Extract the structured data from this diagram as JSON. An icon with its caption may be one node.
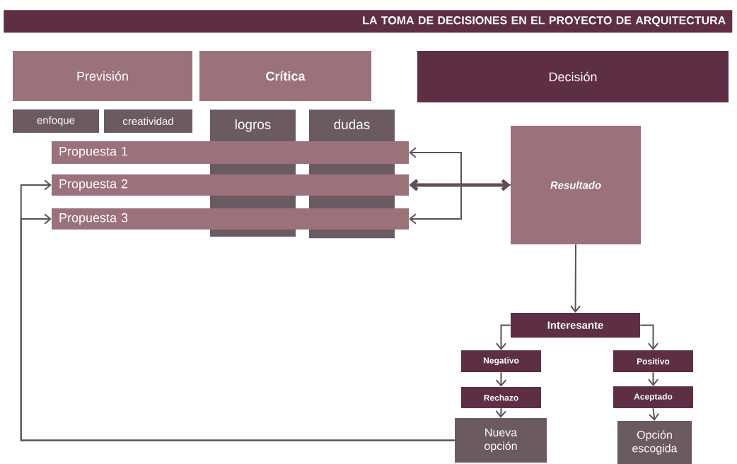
{
  "diagram": {
    "title": "LA TOMA DE DECISIONES EN EL PROYECTO DE ARQUITECTURA",
    "nodes": [
      {
        "text": [
          "Previsión"
        ]
      },
      {
        "text": [
          "Crítica"
        ]
      },
      {
        "text": [
          "Decisión"
        ]
      },
      {
        "text": [
          "enfoque"
        ]
      },
      {
        "text": [
          "creatividad"
        ]
      },
      {
        "text": [
          "logros"
        ]
      },
      {
        "text": [
          "dudas"
        ]
      },
      {
        "text": [
          "Propuesta 1"
        ]
      },
      {
        "text": [
          "Propuesta 2"
        ]
      },
      {
        "text": [
          "Propuesta 3"
        ]
      },
      {
        "text": [
          "Resultado"
        ]
      },
      {
        "text": [
          "Interesante"
        ]
      },
      {
        "text": [
          "Negativo"
        ]
      },
      {
        "text": [
          "Positivo"
        ]
      },
      {
        "text": [
          "Rechazo"
        ]
      },
      {
        "text": [
          "Aceptado"
        ]
      },
      {
        "text": [
          "Nueva opción"
        ]
      },
      {
        "text": [
          "Opción escogida"
        ]
      }
    ],
    "edges": [
      {
        "from": 10,
        "to": 7,
        "arrow": "to"
      },
      {
        "from": 10,
        "to": 8,
        "arrow": "both",
        "style": "thick"
      },
      {
        "from": 10,
        "to": 9,
        "arrow": "to"
      },
      {
        "from": 10,
        "to": 11,
        "arrow": "to"
      },
      {
        "from": 11,
        "to": 12,
        "arrow": "to"
      },
      {
        "from": 11,
        "to": 13,
        "arrow": "to"
      },
      {
        "from": 12,
        "to": 14,
        "arrow": "to"
      },
      {
        "from": 13,
        "to": 15,
        "arrow": "to"
      },
      {
        "from": 14,
        "to": 16,
        "arrow": "to"
      },
      {
        "from": 15,
        "to": 17,
        "arrow": "to"
      },
      {
        "from": 16,
        "to": 8,
        "arrow": "to"
      },
      {
        "from": 16,
        "to": 9,
        "arrow": "to"
      }
    ]
  }
}
